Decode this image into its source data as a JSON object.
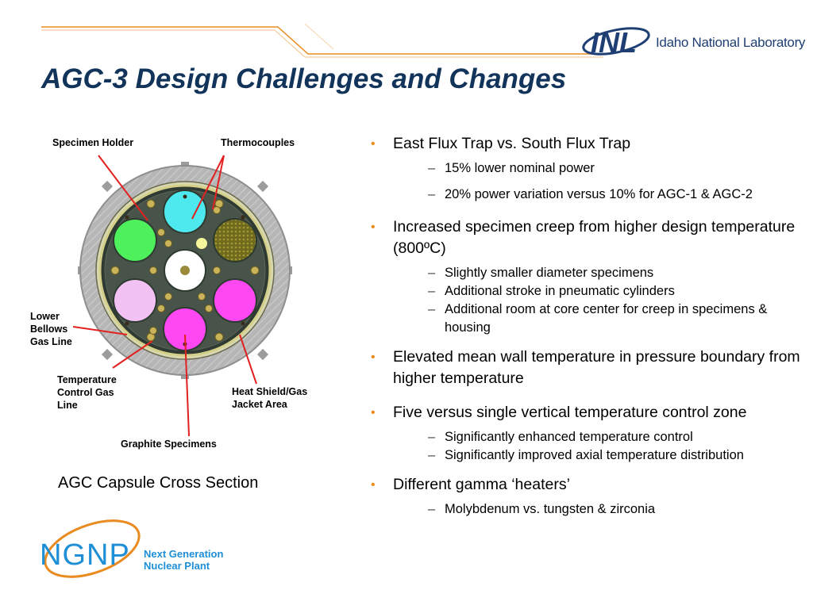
{
  "header": {
    "logo_text": "Idaho National Laboratory",
    "logo_mark": "INL",
    "title": "AGC-3 Design Challenges and Changes",
    "accent_color": "#e98b1e"
  },
  "diagram": {
    "labels": {
      "specimen_holder": "Specimen Holder",
      "thermocouples": "Thermocouples",
      "lower_bellows": "Lower Bellows Gas Line",
      "temp_control": "Temperature Control Gas Line",
      "heat_shield": "Heat Shield/Gas Jacket Area",
      "graphite": "Graphite Specimens"
    },
    "caption": "AGC Capsule Cross Section",
    "colors": {
      "specimen_green": "#4ef05c",
      "specimen_cyan": "#4de9ee",
      "specimen_magenta": "#ff47f2",
      "specimen_pink": "#f2c2f4",
      "specimen_olive": "#7a7220",
      "pointer_red": "#e22020"
    }
  },
  "bullets": [
    {
      "text": "East Flux Trap vs. South Flux Trap",
      "subs": [
        "15% lower nominal power",
        "20% power variation versus 10% for AGC-1 & AGC-2"
      ]
    },
    {
      "text": "Increased specimen creep from higher design temperature (800ºC)",
      "subs": [
        "Slightly smaller diameter specimens",
        "Additional stroke in pneumatic cylinders",
        "Additional room at core center for creep in specimens & housing"
      ]
    },
    {
      "text": "Elevated mean wall temperature in pressure boundary from higher temperature",
      "subs": []
    },
    {
      "text": "Five versus single vertical temperature control zone",
      "subs": [
        "Significantly enhanced temperature control",
        "Significantly improved axial temperature distribution"
      ]
    },
    {
      "text": "Different gamma ‘heaters’",
      "subs": [
        "Molybdenum vs. tungsten & zirconia"
      ]
    }
  ],
  "footer": {
    "ngnp_mark": "NGNP",
    "ngnp_line1": "Next Generation",
    "ngnp_line2": "Nuclear Plant"
  }
}
